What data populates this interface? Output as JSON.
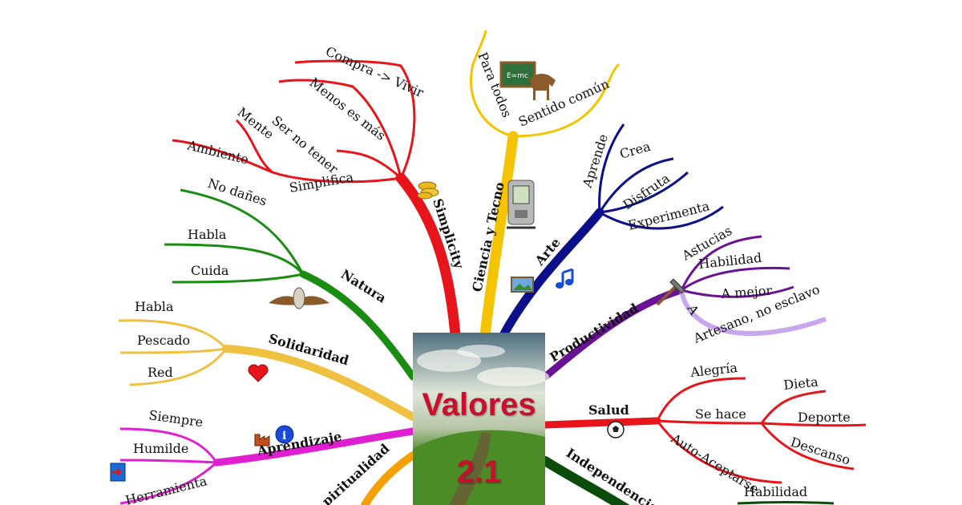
{
  "center": {
    "title": "Valores",
    "version": "2.1"
  },
  "branches": {
    "simplicity": {
      "label": "Simplicity",
      "color": "#e8141c",
      "leaves": [
        "Compra -> Vivir",
        "Menos es más",
        "Ser no tener",
        "Mente",
        "Ambiente",
        "Simplifica"
      ],
      "icon": "coins-icon"
    },
    "ciencia": {
      "label": "Ciencia y Tecno",
      "color": "#f5c400",
      "leaves": [
        "Para todos",
        "Sentido común"
      ],
      "icon": "pda-icon"
    },
    "arte": {
      "label": "Arte",
      "color": "#0c0f8a",
      "leaves": [
        "Aprende",
        "Crea",
        "Disfruta",
        "Experimenta"
      ],
      "icon": "music-note-icon"
    },
    "productividad": {
      "label": "Productividad",
      "color": "#6a1296",
      "leaves": [
        "Astucias",
        "Habilidad",
        "A mejor",
        "Artesano, no esclavo"
      ],
      "icon": "hammer-icon"
    },
    "salud": {
      "label": "Salud",
      "color": "#e8141c",
      "leaves": [
        "Alegría",
        "Se hace",
        "Dieta",
        "Deporte",
        "Descanso",
        "Auto-Aceptarse"
      ],
      "icon": "soccer-ball-icon"
    },
    "independencia": {
      "label": "Independencia",
      "color": "#0a4d0a",
      "leaves": [
        "Habilidad"
      ]
    },
    "natura": {
      "label": "Natura",
      "color": "#1a8c12",
      "leaves": [
        "No dañes",
        "Habla",
        "Cuida"
      ],
      "icon": "owl-icon"
    },
    "solidaridad": {
      "label": "Solidaridad",
      "color": "#f0c040",
      "leaves": [
        "Habla",
        "Pescado",
        "Red"
      ],
      "icon": "heart-icon"
    },
    "aprendizaje": {
      "label": "Aprendizaje",
      "color": "#e020d0",
      "leaves": [
        "Siempre",
        "Humilde",
        "Herramienta"
      ],
      "icon": "info-icon"
    },
    "espiritualidad": {
      "label": "piritualidad",
      "color": "#f5a000"
    }
  },
  "colors": {
    "lilac": "#c8a8ec",
    "background": "#ffffff"
  }
}
